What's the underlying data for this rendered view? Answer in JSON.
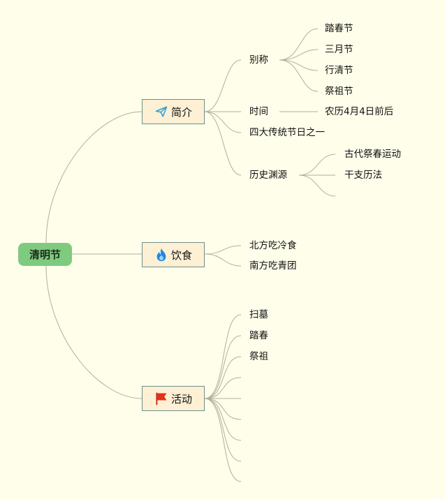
{
  "root": {
    "label": "清明节"
  },
  "branches": {
    "intro": {
      "label": "简介",
      "icon": "paper-plane-icon",
      "children": {
        "alias": {
          "label": "别称",
          "items": [
            "踏春节",
            "三月节",
            "行清节",
            "祭祖节"
          ]
        },
        "time": {
          "label": "时间",
          "value": "农历4月4日前后"
        },
        "festival": {
          "label": "四大传统节日之一"
        },
        "history": {
          "label": "历史渊源",
          "items": [
            "古代祭春运动",
            "干支历法",
            ""
          ]
        }
      }
    },
    "food": {
      "label": "饮食",
      "icon": "flame-icon",
      "items": [
        "北方吃冷食",
        "南方吃青团"
      ]
    },
    "activities": {
      "label": "活动",
      "icon": "red-flag-icon",
      "items": [
        "扫墓",
        "踏春",
        "祭祖",
        "",
        "",
        "",
        "",
        "",
        ""
      ]
    }
  },
  "colors": {
    "background": "#fefeea",
    "root_fill": "#7ecb7f",
    "branch_fill": "#fdf0d4",
    "branch_border": "#6f8f88",
    "connector": "#b3ae9c",
    "plane_icon": "#2a9fd8",
    "flame_icon": "#1e88e5",
    "flag_icon": "#e3311b"
  }
}
